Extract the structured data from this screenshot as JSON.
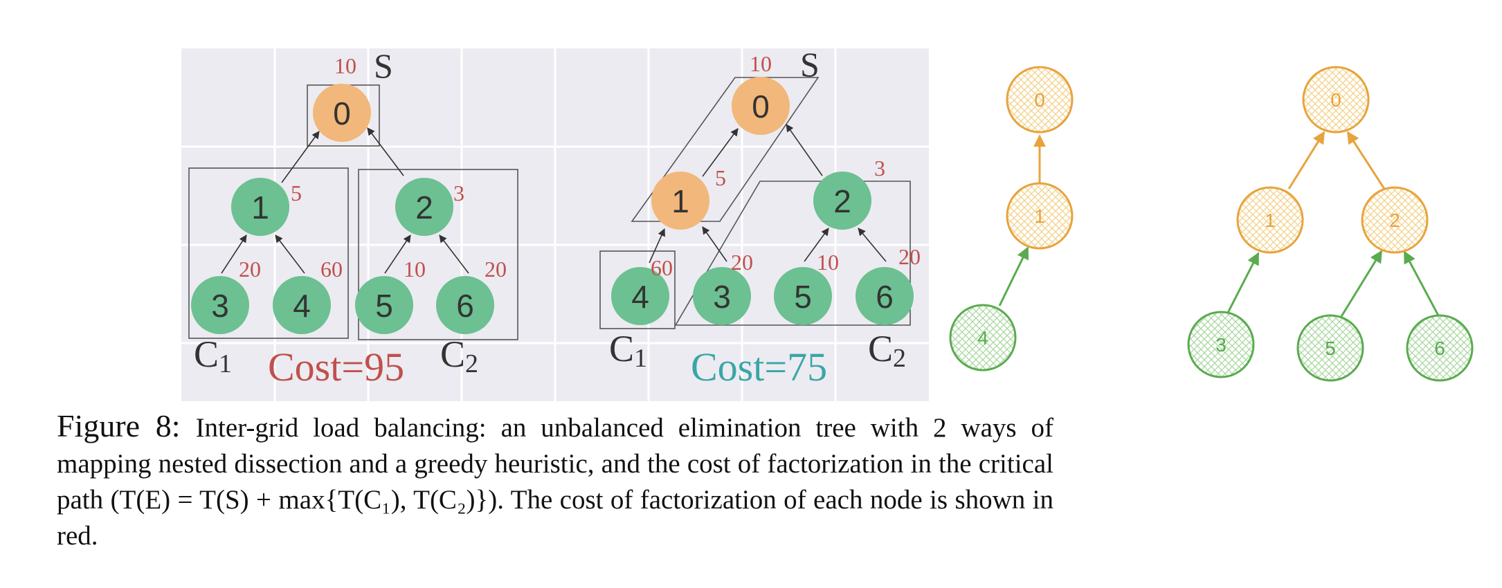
{
  "panel_left": {
    "top_label": "S",
    "cluster_labels": [
      "C",
      "1",
      "C",
      "2"
    ],
    "cost_text": "Cost=95",
    "nodes": [
      {
        "id": "0",
        "cost": "10"
      },
      {
        "id": "1",
        "cost": "5"
      },
      {
        "id": "2",
        "cost": "3"
      },
      {
        "id": "3",
        "cost": "20"
      },
      {
        "id": "4",
        "cost": "60"
      },
      {
        "id": "5",
        "cost": "10"
      },
      {
        "id": "6",
        "cost": "20"
      }
    ]
  },
  "panel_right": {
    "top_label": "S",
    "cluster_labels": [
      "C",
      "1",
      "C",
      "2"
    ],
    "cost_text": "Cost=75",
    "nodes": [
      {
        "id": "0",
        "cost": "10"
      },
      {
        "id": "1",
        "cost": "5"
      },
      {
        "id": "2",
        "cost": "3"
      },
      {
        "id": "4",
        "cost": "60"
      },
      {
        "id": "3",
        "cost": "20"
      },
      {
        "id": "5",
        "cost": "10"
      },
      {
        "id": "6",
        "cost": "20"
      }
    ]
  },
  "tree_c1": {
    "nodes": [
      "0",
      "1",
      "4"
    ]
  },
  "tree_c2": {
    "nodes": [
      "0",
      "1",
      "2",
      "3",
      "5",
      "6"
    ]
  },
  "colors": {
    "orange": "#f2b77a",
    "green": "#6cc091",
    "cost_red": "#c0504d",
    "cost_teal": "#3aa6a6",
    "sketch_orange": "#e8a33d",
    "sketch_green": "#5aab4f",
    "panel_bg": "#ecebf1"
  },
  "caption": {
    "label": "Figure 8:",
    "text": "Inter-grid load balancing: an unbalanced elimination tree with 2 ways of mapping nested dissection and a greedy heuristic, and the cost of factorization in the critical path (T(E) = T(S) + max{T(C₁), T(C₂)}). The cost of factorization of each node is shown in red."
  }
}
